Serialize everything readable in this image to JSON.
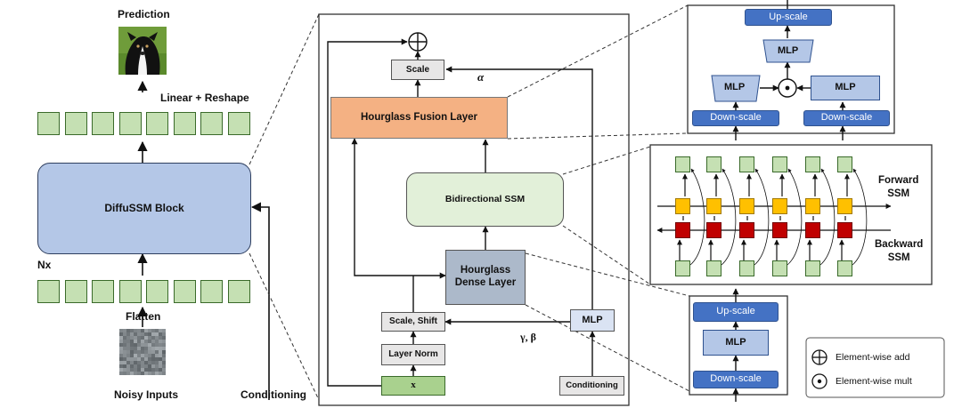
{
  "left": {
    "prediction": "Prediction",
    "linear_reshape": "Linear + Reshape",
    "block": "DiffuSSM Block",
    "nx": "Nx",
    "flatten": "Flatten",
    "noisy_inputs": "Noisy Inputs",
    "conditioning": "Conditioning"
  },
  "middle": {
    "scale": "Scale",
    "alpha": "α",
    "fusion": "Hourglass Fusion Layer",
    "bissm": "Bidirectional SSM",
    "dense": "Hourglass\nDense Layer",
    "scale_shift": "Scale, Shift",
    "layer_norm": "Layer Norm",
    "x": "x",
    "mlp": "MLP",
    "gamma_beta": "γ, β",
    "conditioning": "Conditioning"
  },
  "fusion_detail": {
    "up_scale": "Up-scale",
    "mlp": "MLP",
    "down_scale": "Down-scale"
  },
  "ssm_detail": {
    "forward": "Forward\nSSM",
    "backward": "Backward\nSSM"
  },
  "dense_detail": {
    "up_scale": "Up-scale",
    "mlp": "MLP",
    "down_scale": "Down-scale"
  },
  "legend": {
    "add": "Element-wise add",
    "mult": "Element-wise mult"
  },
  "colors": {
    "token_green": "#c5e0b3",
    "token_border": "#3a6a2a",
    "block_blue": "#b4c7e7",
    "fusion_orange": "#f4b183",
    "ssm_green": "#e2f0d9",
    "dense_gray": "#acb9ca",
    "light_gray": "#e7e6e6",
    "x_green": "#a9d18e",
    "mlp_blue": "#dae3f3",
    "scale_blue": "#4472c4",
    "forward_yellow": "#ffc000",
    "backward_red": "#c00000"
  }
}
